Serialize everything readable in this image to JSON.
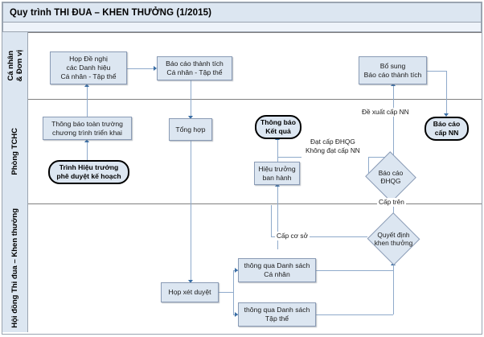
{
  "header": {
    "title": "Quy trình THI ĐUA – KHEN THƯỞNG (1/2015)"
  },
  "lanes": [
    {
      "id": "lane-ca-nhan-don-vi",
      "label": "Cá nhân\n& Đơn vị"
    },
    {
      "id": "lane-phong-tchc",
      "label": "Phòng TCHC"
    },
    {
      "id": "lane-hoi-dong",
      "label": "Hội đồng Thi đua – Khen thưởng"
    }
  ],
  "nodes": {
    "hop_de_nghi": "Họp Đề nghị\ncác Danh hiệu\nCá nhân - Tập thể",
    "bao_cao_thanh_tich": "Báo cáo thành tích\nCá nhân - Tập thể",
    "bo_sung": "Bổ sung\nBáo cáo thành tích",
    "thong_bao_toan_truong": "Thông báo toàn trường\nchương trình triển khai",
    "trinh_hieu_truong": "Trình Hiệu trưởng\nphê duyệt kế hoạch",
    "tong_hop": "Tổng hợp",
    "thong_bao_ket_qua": "Thông báo\nKết quả",
    "hieu_truong_ban_hanh": "Hiệu trưởng\nban hành",
    "bao_cao_dhqg": "Báo cáo\nĐHQG",
    "bao_cao_cap_nn": "Báo cáo\ncấp NN",
    "quyet_dinh_khen_thuong": "Quyết định\nkhen thưởng",
    "hop_xet_duyet": "Họp xét duyệt",
    "danh_sach_ca_nhan": "thông qua Danh sách\nCá nhân",
    "danh_sach_tap_the": "thông qua Danh sách\nTập thể"
  },
  "edge_labels": {
    "de_xuat_cap_nn": "Đề xuất cấp NN",
    "dat_cap_dhqg": "Đạt cấp ĐHQG\nKhông đạt cấp NN",
    "cap_tren": "Cấp trên",
    "cap_co_so": "Cấp cơ sở"
  },
  "colors": {
    "band": "#dce6f1",
    "node_fill": "#dce6f1",
    "node_border": "#8a9bb5",
    "connector": "#8faacb",
    "arrow": "#3a6ea5",
    "lane_divider": "#808080"
  }
}
